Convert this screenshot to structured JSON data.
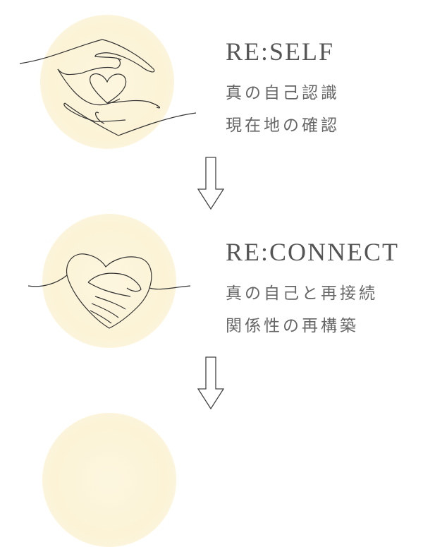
{
  "sections": [
    {
      "title": "RE:SELF",
      "lines": [
        "真の自己認識",
        "現在地の確認"
      ],
      "icon": "hands-heart-icon"
    },
    {
      "title": "RE:CONNECT",
      "lines": [
        "真の自己と再接続",
        "関係性の再構築"
      ],
      "icon": "heart-handshake-icon"
    }
  ],
  "colors": {
    "circle": "#fcf3d6",
    "text": "#555555",
    "line": "#333333"
  }
}
